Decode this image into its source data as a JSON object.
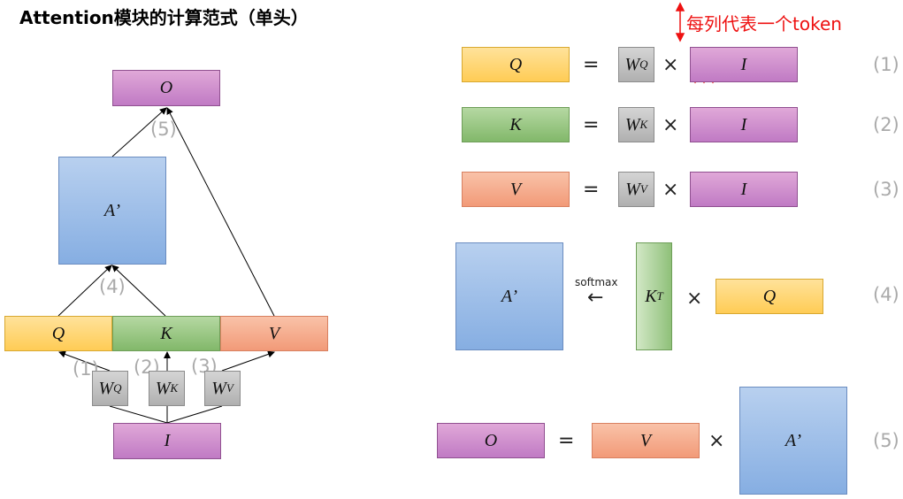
{
  "title": "Attention模块的计算范式（单头）",
  "annotation": "每列代表一个token",
  "symbols": {
    "Q": "Q",
    "K": "K",
    "V": "V",
    "I": "I",
    "O": "O",
    "A": "A’",
    "W": "W",
    "subQ": "Q",
    "subK": "K",
    "subV": "V",
    "T": "T"
  },
  "operators": {
    "eq": "=",
    "times": "×",
    "arrow": "←",
    "softmax": "softmax"
  },
  "steps": [
    "(1)",
    "(2)",
    "(3)",
    "(4)",
    "(5)"
  ],
  "colors": {
    "query": "#ffcc55",
    "key": "#82b86a",
    "value": "#f29a78",
    "input": "#c07ac4",
    "attention": "#86aee2",
    "weight": "#b0b0b0",
    "annotation": "#ee1111"
  }
}
